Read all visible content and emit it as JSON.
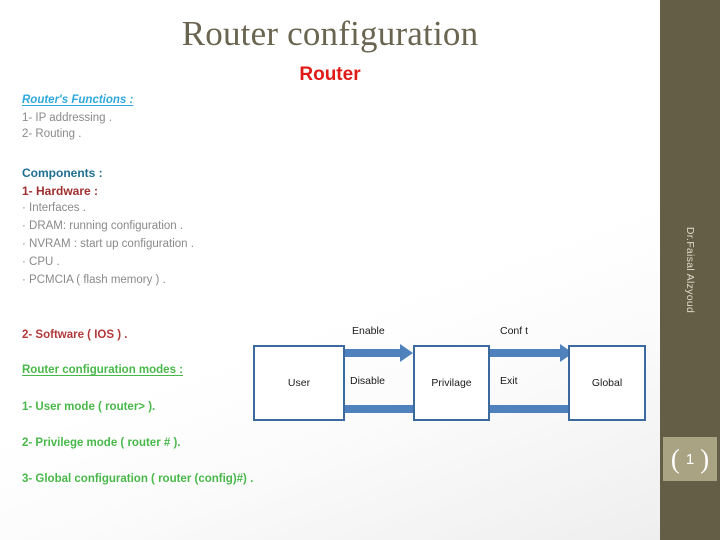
{
  "slide": {
    "title": "Router configuration",
    "subtitle": "Router",
    "page_number": "1",
    "bracket_left": "(",
    "bracket_right": ")",
    "author": "Dr.Faisal Alzyoud"
  },
  "colors": {
    "title": "#6a6550",
    "subtitle_red": "#e01b17",
    "heading_cyan": "#2fa8dc",
    "heading_teal": "#1f6f91",
    "heading_red": "#a03030",
    "heading_green": "#49b84a",
    "body_gray": "#8a8a8a",
    "sidebar_olive": "#655e47",
    "badge_khaki": "#a9a384",
    "diagram_blue": "#4f81bd",
    "diagram_border": "#3c6a9e"
  },
  "content": {
    "functions_heading": "Router's Functions :",
    "functions": [
      "1- IP addressing .",
      "2- Routing ."
    ],
    "components_heading": "Components :",
    "hardware_heading": "1- Hardware :",
    "hardware": [
      "· Interfaces .",
      "· DRAM: running configuration .",
      "· NVRAM : start up configuration .",
      "· CPU .",
      "· PCMCIA ( flash memory ) ."
    ],
    "software_heading": "2- Software ( IOS ) .",
    "modes_heading": "Router configuration modes :",
    "modes": [
      "1- User mode ( router> ).",
      "2- Privilege mode ( router # ).",
      "3- Global configuration ( router (config)#) ."
    ]
  },
  "diagram": {
    "type": "state-flow",
    "nodes": [
      {
        "id": "user",
        "label": "User"
      },
      {
        "id": "privilege",
        "label": "Privilage"
      },
      {
        "id": "global",
        "label": "Global"
      }
    ],
    "edges": [
      {
        "from": "user",
        "to": "privilege",
        "label": "Enable",
        "direction": "right"
      },
      {
        "from": "privilege",
        "to": "user",
        "label": "Disable",
        "direction": "left"
      },
      {
        "from": "privilege",
        "to": "global",
        "label": "Conf t",
        "direction": "right"
      },
      {
        "from": "global",
        "to": "privilege",
        "label": "Exit",
        "direction": "left"
      }
    ]
  }
}
